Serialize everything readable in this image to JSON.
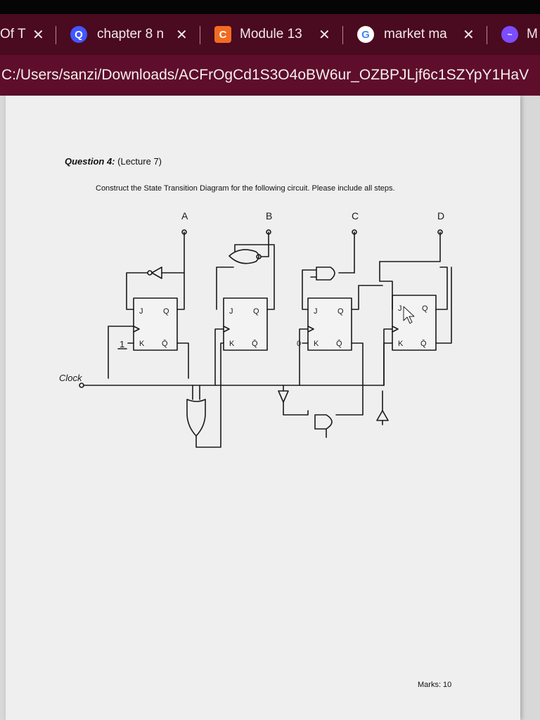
{
  "tabs": [
    {
      "label": "Of T",
      "icon": "none",
      "active": false
    },
    {
      "label": "chapter 8 n",
      "icon": "quizlet-icon",
      "active": false
    },
    {
      "label": "Module 13",
      "icon": "chegg-icon",
      "active": false
    },
    {
      "label": "market ma",
      "icon": "google-icon",
      "active": false
    },
    {
      "label": "M",
      "icon": "messenger-icon",
      "active": false
    }
  ],
  "address_bar": {
    "url": "C:/Users/sanzi/Downloads/ACFrOgCd1S3O4oBW6ur_OZBPJLjf6c1SZYpY1HaV"
  },
  "document": {
    "question_label": "Question 4:",
    "lecture": "(Lecture 7)",
    "instruction": "Construct the State Transition Diagram for the following circuit. Please include all steps.",
    "marks": "Marks: 10"
  },
  "circuit": {
    "outputs": [
      "A",
      "B",
      "C",
      "D"
    ],
    "clock_label": "Clock",
    "flipflops": [
      {
        "j": "J",
        "k": "K",
        "q": "Q",
        "qbar": "Q̄"
      },
      {
        "j": "J",
        "k": "K",
        "q": "Q",
        "qbar": "Q̄"
      },
      {
        "j": "J",
        "k": "K",
        "q": "Q",
        "qbar": "Q̄"
      },
      {
        "j": "J",
        "k": "K",
        "q": "Q",
        "qbar": "Q̄"
      }
    ],
    "constant_one": "1",
    "constant_zero": "0"
  },
  "colors": {
    "tabbar": "#4a0a20",
    "addressbar": "#5e0e2a",
    "paper": "#efefef",
    "ink": "#1a1a1a"
  }
}
